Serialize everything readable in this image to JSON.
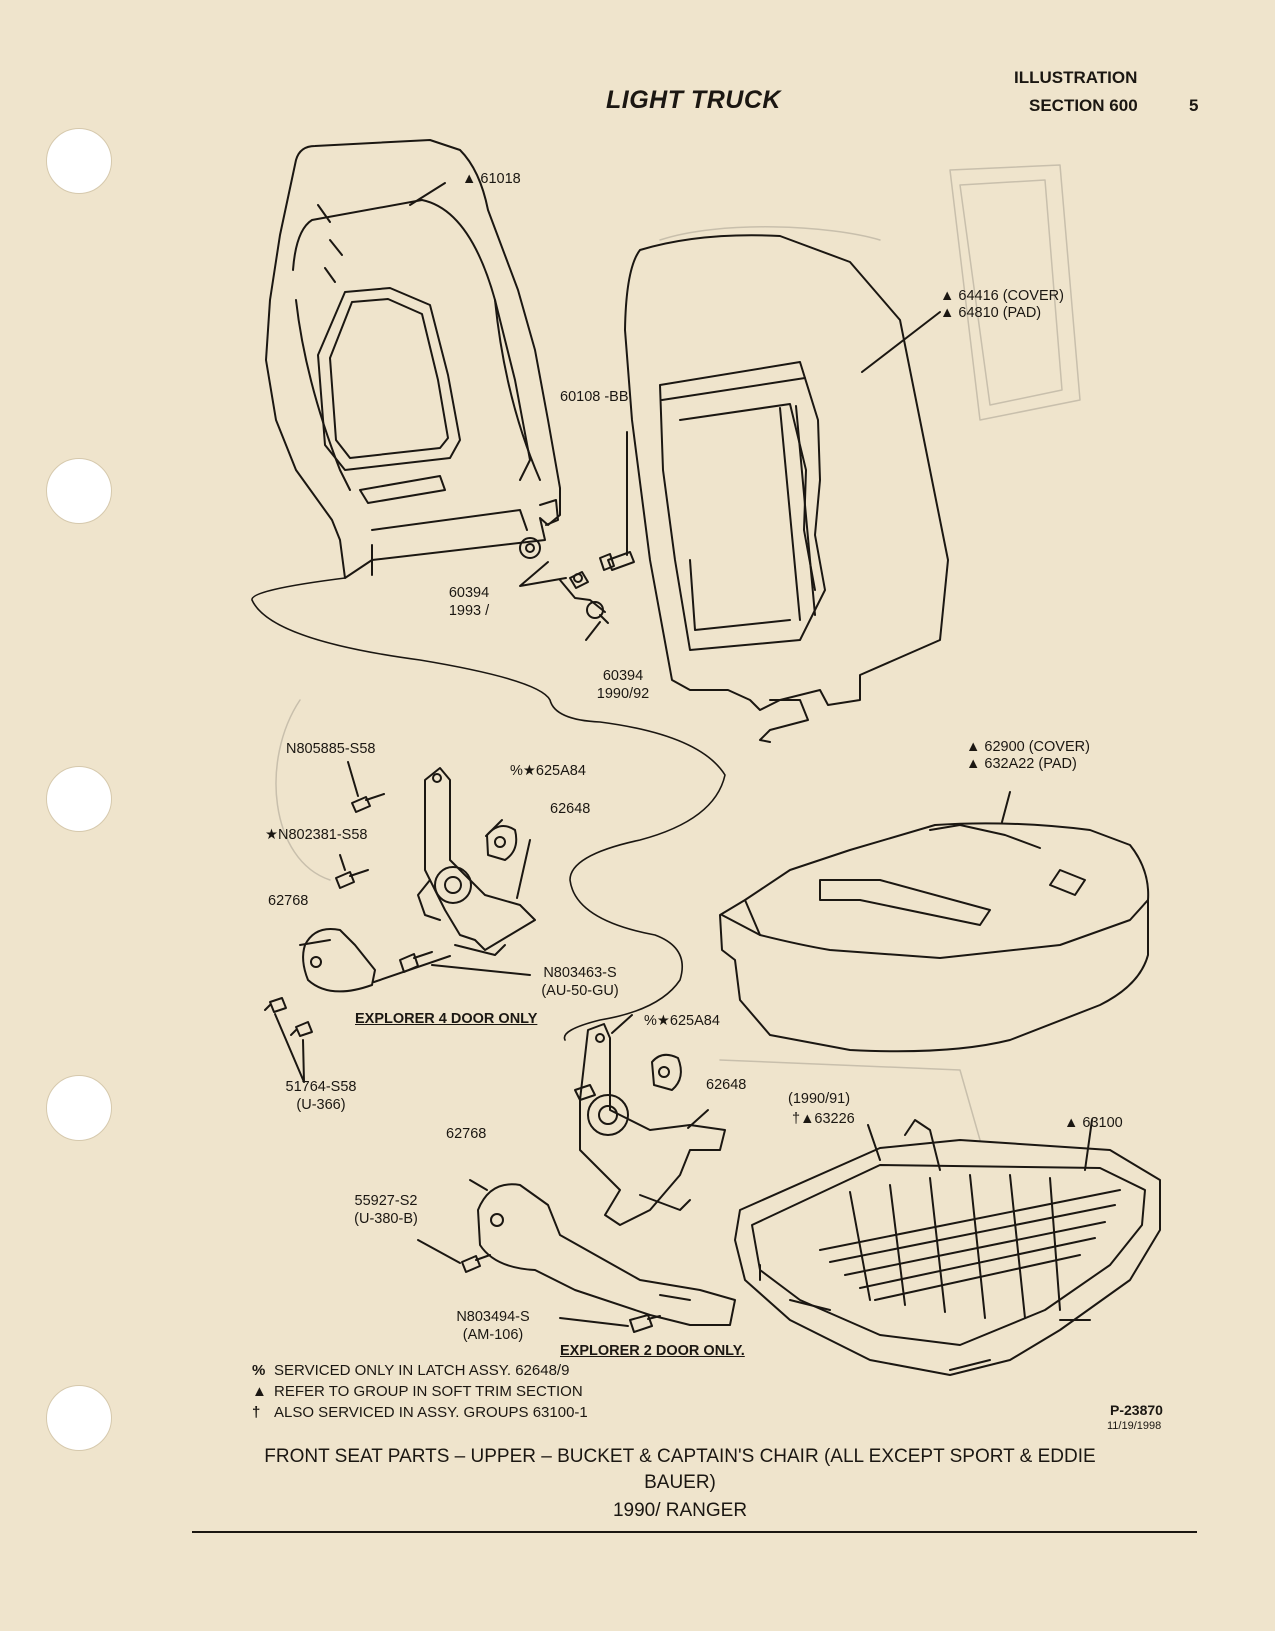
{
  "header": {
    "title": "LIGHT TRUCK",
    "illustration": "ILLUSTRATION",
    "section": "SECTION 600",
    "page_number": "5"
  },
  "callouts": {
    "frame_back": "▲ 61018",
    "cover_pad_1": "▲ 64416 (COVER)",
    "cover_pad_2": "▲ 64810 (PAD)",
    "part_60108": "60108 -BB",
    "part_60394_a": "60394",
    "part_60394_a_year": "1993 /",
    "part_60394_b": "60394",
    "part_60394_b_year": "1990/92",
    "part_n805885": "N805885-S58",
    "part_625a84_top": "%★625A84",
    "part_62648_top": "62648",
    "part_n802381": "★N802381-S58",
    "part_62768_top": "62768",
    "part_n803463": "N803463-S",
    "part_n803463_code": "(AU-50-GU)",
    "explorer4": "EXPLORER 4 DOOR ONLY",
    "part_51764": "51764-S58",
    "part_51764_code": "(U-366)",
    "part_625a84_bottom": "%★625A84",
    "part_62648_bottom": "62648",
    "part_62768_bottom": "62768",
    "part_55927": "55927-S2",
    "part_55927_code": "(U-380-B)",
    "part_n803494": "N803494-S",
    "part_n803494_code": "(AM-106)",
    "explorer2": "EXPLORER 2 DOOR ONLY.",
    "seat_cover": "▲ 62900 (COVER)",
    "seat_pad": "▲ 632A22 (PAD)",
    "year_9091": "(1990/91)",
    "part_63226": "†▲63226",
    "part_63100": "▲ 63100"
  },
  "legend": [
    {
      "symbol": "%",
      "text": "SERVICED ONLY IN LATCH ASSY. 62648/9"
    },
    {
      "symbol": "▲",
      "text": "REFER TO GROUP IN SOFT TRIM SECTION"
    },
    {
      "symbol": "†",
      "text": "ALSO SERVICED IN ASSY. GROUPS 63100-1"
    }
  ],
  "figure_number": "P-23870",
  "figure_date": "11/19/1998",
  "caption": {
    "line1": "FRONT SEAT PARTS – UPPER – BUCKET & CAPTAIN'S CHAIR (ALL EXCEPT SPORT & EDDIE",
    "line2": "BAUER)",
    "line3": "1990/ RANGER"
  }
}
